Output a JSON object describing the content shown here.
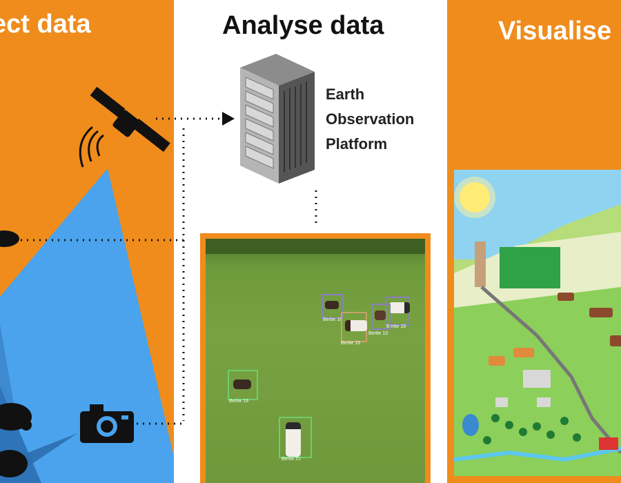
{
  "headings": {
    "collect": "ect data",
    "analyse": "Analyse data",
    "visualise": "Visualise"
  },
  "platform": {
    "line1": "Earth",
    "line2": "Observation",
    "line3": "Platform"
  },
  "detections": [
    {
      "label": "Bertie 16",
      "color": "#8a7ec8"
    },
    {
      "label": "Bertie 15",
      "color": "#c9a068"
    },
    {
      "label": "Bertie 18",
      "color": "#8a7ec8"
    },
    {
      "label": "Bertie 13",
      "color": "#8a7ec8"
    },
    {
      "label": "Bertie 19",
      "color": "#6ccf6c"
    },
    {
      "label": "Bertie 21",
      "color": "#6ccf6c"
    }
  ],
  "colors": {
    "orange": "#ef8c1c",
    "sky_blue": "#4aa3ec",
    "grass": "#78a242"
  },
  "icons": [
    "satellite-icon",
    "drone-icon",
    "camera-icon",
    "server-icon",
    "tractor-icon",
    "sun-icon"
  ]
}
